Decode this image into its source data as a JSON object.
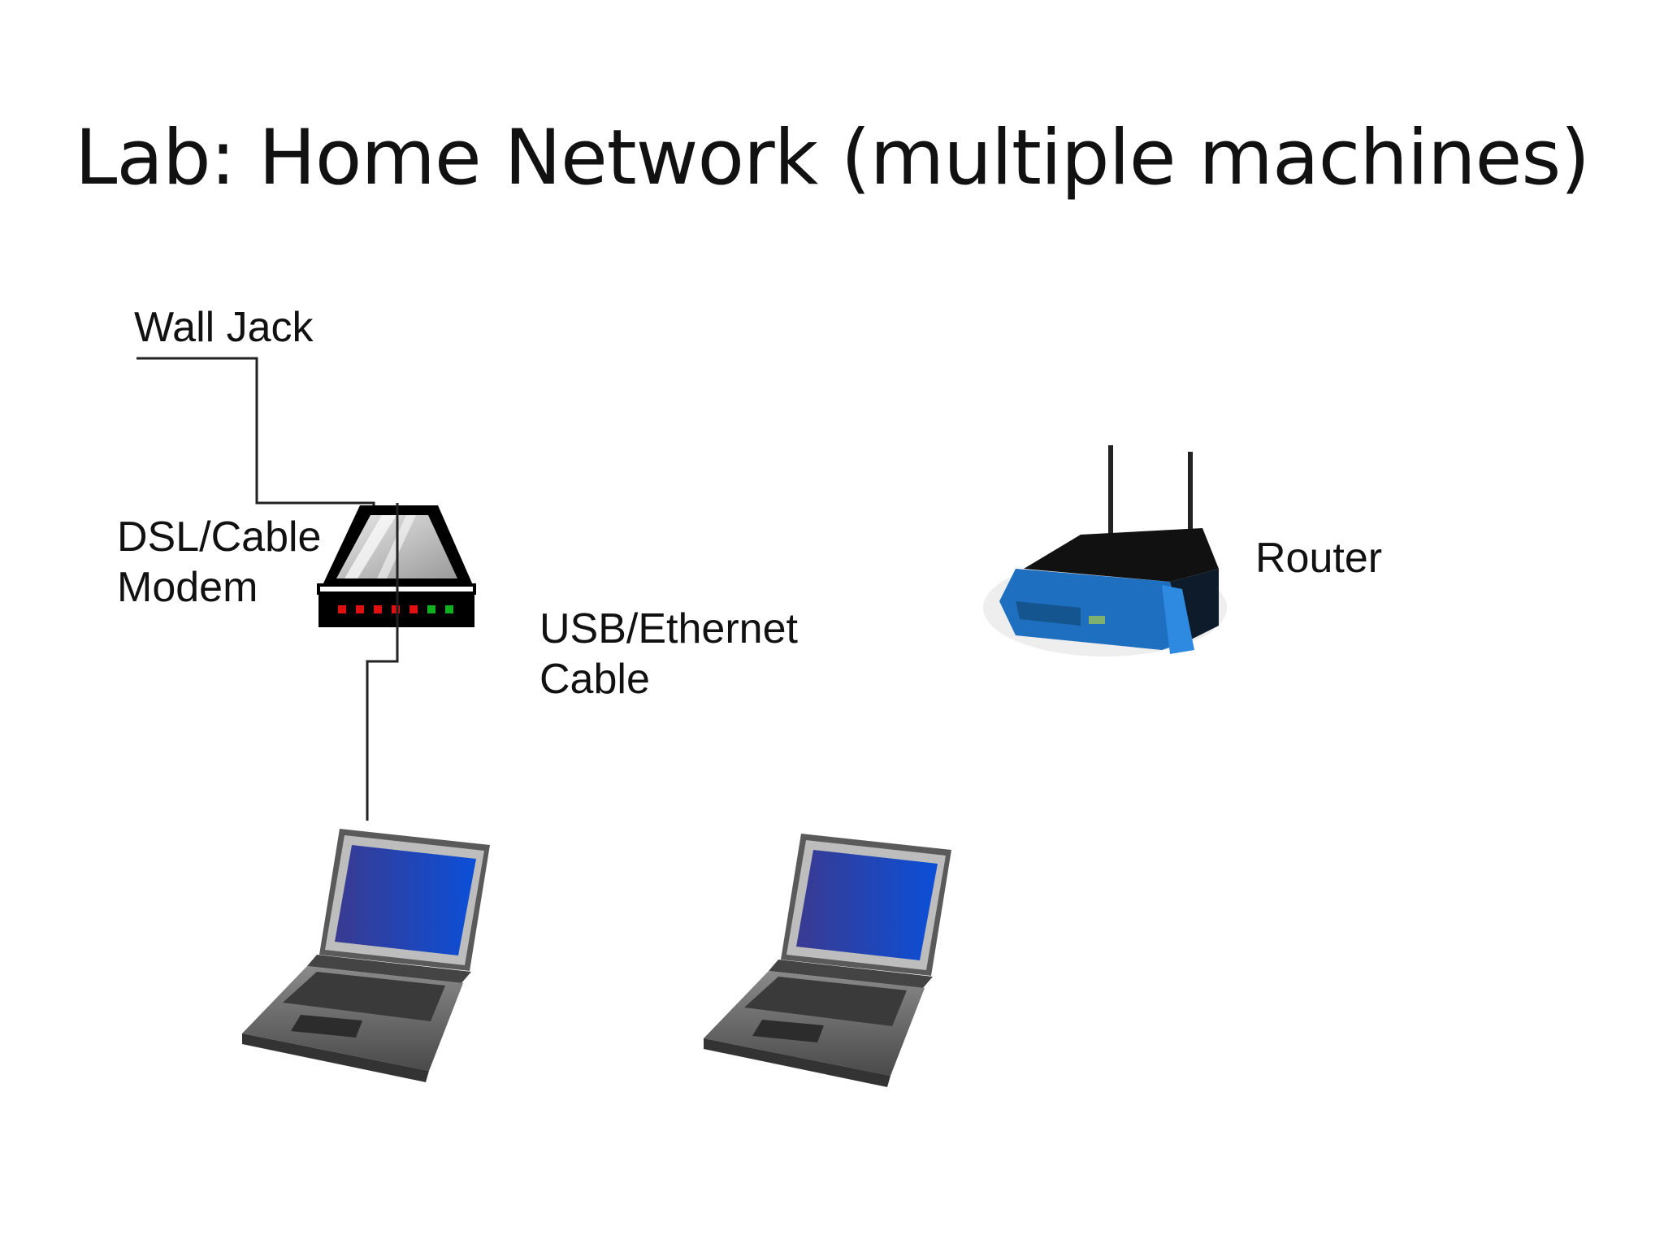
{
  "slide": {
    "title": "Lab: Home Network (multiple machines)"
  },
  "labels": {
    "wall_jack": "Wall Jack",
    "modem_line1": "DSL/Cable",
    "modem_line2": "Modem",
    "cable_line1": "USB/Ethernet",
    "cable_line2": "Cable",
    "router": "Router"
  },
  "colors": {
    "text": "#111111",
    "screen_blue": "#1a44cc",
    "router_blue": "#1f6fc0",
    "led_red": "#e01010",
    "led_green": "#10b020"
  },
  "icons": [
    "modem-icon",
    "router-icon",
    "laptop-icon"
  ]
}
